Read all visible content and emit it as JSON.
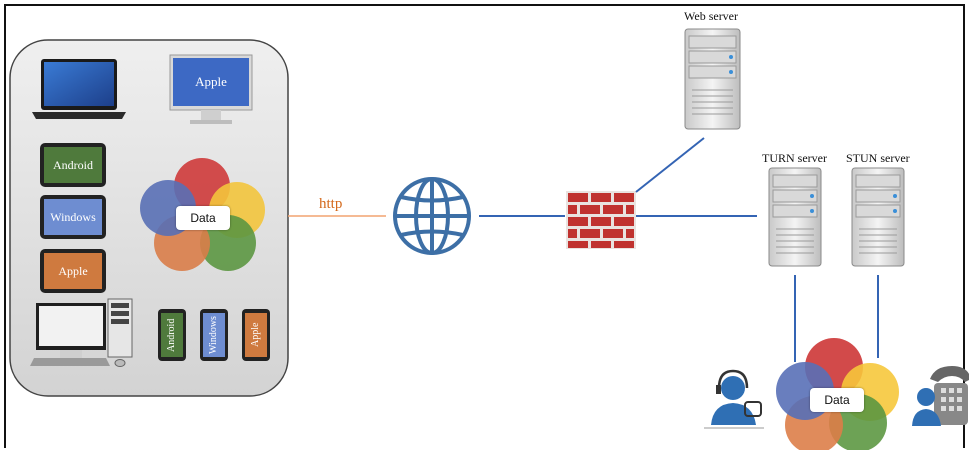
{
  "labels": {
    "http": "http",
    "web_server": "Web server",
    "turn_server": "TURN server",
    "stun_server": "STUN server"
  },
  "devices": {
    "monitor": "Apple",
    "tablet_android": "Android",
    "tablet_windows": "Windows",
    "tablet_apple": "Apple",
    "phone_android": "Android",
    "phone_windows": "Windows",
    "phone_apple": "Apple"
  },
  "data_badge": "Data",
  "data_badge_bottom": "Data",
  "colors": {
    "link_blue": "#3464b4",
    "http_line": "#f2a470",
    "http_text": "#d4691c",
    "globe": "#3d6fa6",
    "firewall": "#c0322f",
    "circle_red": "#cf3b3b",
    "circle_yellow": "#f5c22b",
    "circle_green": "#4f8f32",
    "circle_orange": "#d9733a",
    "circle_blue": "#4a64b0",
    "person": "#2f6fb4"
  },
  "icons": [
    "laptop-icon",
    "monitor-icon",
    "tablet-icon",
    "desktop-icon",
    "phone-icon",
    "globe-icon",
    "firewall-icon",
    "server-icon",
    "agent-headset-icon",
    "telephone-user-icon"
  ]
}
